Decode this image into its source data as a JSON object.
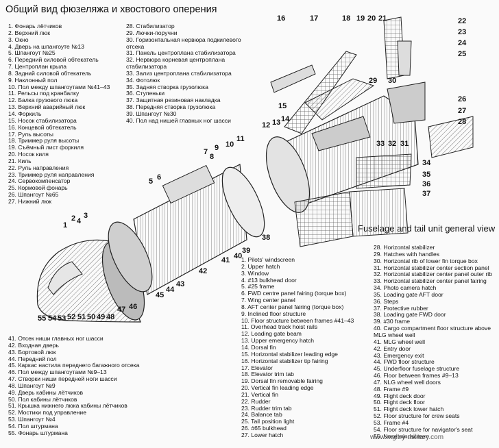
{
  "title_ru": "Общий вид фюзеляжа и хвостового оперения",
  "title_en": "Fuselage and tail unit general view",
  "watermark": "www.mgltry-military.com",
  "legend_ru_col1": [
    "1. Фонарь лётчиков",
    "2. Верхний люк",
    "3. Окно",
    "4. Дверь на шпангоуте №13",
    "5. Шпангоут №25",
    "6. Передний силовой обтекатель",
    "7. Центроплан крыла",
    "8. Задний силовой обтекатель",
    "9. Наклонный пол",
    "10. Пол между шпангоутами №41–43",
    "11. Рельсы под кранбалку",
    "12. Балка грузового люка",
    "13. Верхний аварийный люк",
    "14. Форкиль",
    "15. Носок стабилизатора",
    "16. Концевой обтекатель",
    "17. Руль высоты",
    "18. Триммер руля высоты",
    "19. Съёмный лист форкиля",
    "20. Носок киля",
    "21. Киль",
    "22. Руль направления",
    "23. Триммер руля направления",
    "24. Сервокомпенсатор",
    "25. Кормовой фонарь",
    "26. Шпангоут №65",
    "27. Нижний люк"
  ],
  "legend_ru_col2": [
    "28. Стабилизатор",
    "29. Лючки-поручни",
    "30. Горизонтальная нервюра подкилевого",
    "отсека",
    "31. Панель центроплана стабилизатора",
    "32. Нервюра корневая центроплана",
    "стабилизатора",
    "33. Зализ центроплана стабилизатора",
    "34. Фотолюк",
    "35. Задняя створка грузолюка",
    "36. Ступеньки",
    "37. Защитная резиновая накладка",
    "38. Передняя створка грузолюка",
    "39. Шпангоут №30",
    "40. Пол над нишей главных ног шасси"
  ],
  "legend_en_col1": [
    "1. Pilots' windscreen",
    "2. Upper hatch",
    "3. Window",
    "4. #13 bulkhead door",
    "5. #25 frame",
    "6. FWD centre panel fairing (torque box)",
    "7. Wing center panel",
    "8. AFT center panel fairing (torque box)",
    "9. Inclined floor structure",
    "10. Floor structure between frames #41–43",
    "11. Overhead track hoist rails",
    "12. Loading gate beam",
    "13. Upper emergency hatch",
    "14. Dorsal fin",
    "15. Horizontal stabilizer leading edge",
    "16. Horizontal stabilizer tip fairing",
    "17. Elevator",
    "18. Elevator trim tab",
    "19. Dorsal fin removable fairing",
    "20. Vertical fin leading edge",
    "21. Vertical fin",
    "22. Rudder",
    "23. Rudder trim tab",
    "24. Balance tab",
    "25. Tail position light",
    "26. #65 bulkhead",
    "27. Lower hatch"
  ],
  "legend_en_col2": [
    "28. Horizontal stabilizer",
    "29. Hatches with handles",
    "30. Horizontal rib of lower fin torque box",
    "31. Horizontal stabilizer center section panel",
    "32. Horizontal stabilizer center panel outer rib",
    "33. Horizontal stabilizer center panel fairing",
    "34. Photo camera hatch",
    "35. Loading gate AFT door",
    "36. Steps",
    "37. Protective rubber",
    "38. Loading gate FWD door",
    "39. #30 frame",
    "40. Cargo compartment floor structure above",
    "MLG wheel well",
    "41. MLG wheel well",
    "42. Entry door",
    "43. Emergency exit",
    "44. FWD floor structure",
    "45. Underfloor fuselage structure",
    "46. Floor between frames #9–13",
    "47. NLG wheel well doors",
    "48. Frame #9",
    "49. Flight deck door",
    "50. Flight deck floor",
    "51. Flight deck lower hatch",
    "52. Floor structure for crew seats",
    "53. Frame #4",
    "54. Floor structure for navigator's seat",
    "55. Nose windscreen"
  ],
  "legend_ru_col3": [
    "41. Отсек ниши главных ног шасси",
    "42. Входная дверь",
    "43. Бортовой люк",
    "44. Передний пол",
    "45. Каркас настила переднего багажного отсека",
    "46. Пол между шпангоутами №9–13",
    "47. Створки ниши передней ноги шасси",
    "48. Шпангоут №9",
    "49. Дверь кабины лётчиков",
    "50. Пол кабины лётчиков",
    "51. Крышка нижнего люка кабины лётчиков",
    "52. Мостики под управление",
    "53. Шпангоут №4",
    "54. Пол штурмана",
    "55. Фонарь штурмана"
  ],
  "callouts": [
    "1",
    "2",
    "3",
    "4",
    "5",
    "6",
    "7",
    "8",
    "9",
    "10",
    "11",
    "12",
    "13",
    "14",
    "15",
    "16",
    "17",
    "18",
    "19",
    "20",
    "21",
    "22",
    "23",
    "24",
    "25",
    "26",
    "27",
    "28",
    "29",
    "30",
    "31",
    "32",
    "33",
    "34",
    "35",
    "36",
    "37",
    "38",
    "39",
    "40",
    "41",
    "42",
    "43",
    "44",
    "45",
    "46",
    "47",
    "48",
    "49",
    "50",
    "51",
    "52",
    "53",
    "54",
    "55"
  ]
}
